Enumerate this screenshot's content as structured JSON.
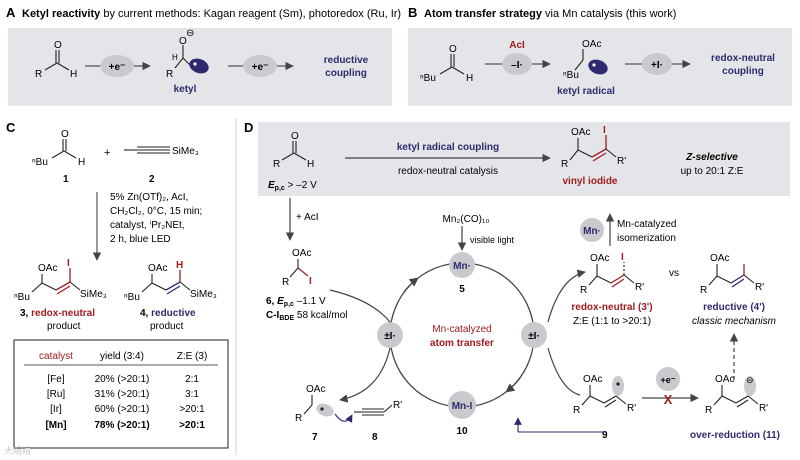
{
  "colors": {
    "red": "#a01c20",
    "blue": "#2e2a6e",
    "grey_box": "#e3e5e8",
    "circle": "#c8cacd",
    "arrow": "#555555"
  },
  "panelA": {
    "letter": "A",
    "title_bold": "Ketyl reactivity",
    "title_rest": " by current methods: Kagan reagent (Sm), photoredox (Ru, Ir)",
    "aldehyde_r": "R",
    "aldehyde_h": "H",
    "aldehyde_o": "O",
    "ketyl_o": "O",
    "ketyl_r": "R",
    "ketyl_h": "H",
    "minus": "⊖",
    "step1": "+e⁻",
    "step2": "+e⁻",
    "ketyl_label": "ketyl",
    "product_1": "reductive",
    "product_2": "coupling"
  },
  "panelB": {
    "letter": "B",
    "title_bold": "Atom transfer strategy",
    "title_rest": " via Mn catalysis (this work)",
    "aldehyde_r": "ⁿBu",
    "aldehyde_h": "H",
    "aldehyde_o": "O",
    "reagent": "AcI",
    "step1": "–I·",
    "step2": "+I·",
    "oac": "OAc",
    "ketyl_r": "ⁿBu",
    "ketyl_label": "ketyl radical",
    "product_1": "redox-neutral",
    "product_2": "coupling"
  },
  "panelC": {
    "letter": "C",
    "aldehyde_r": "ⁿBu",
    "aldehyde_h": "H",
    "aldehyde_o": "O",
    "plus": "+",
    "alkyne": "SiMe₃",
    "num1": "1",
    "num2": "2",
    "cond1": "5% Zn(OTf)₂, AcI,",
    "cond2": "CH₂Cl₂, 0°C, 15 min;",
    "cond3": "catalyst, ⁱPr₂NEt,",
    "cond4": "2 h, blue LED",
    "p3_oac": "OAc",
    "p3_i": "I",
    "p3_r": "ⁿBu",
    "p3_tms": "SiMe₃",
    "p4_oac": "OAc",
    "p4_h": "H",
    "p4_r": "ⁿBu",
    "p4_tms": "SiMe₃",
    "p3_label_num": "3, ",
    "p3_label_kind": "redox-neutral",
    "p3_label_2": "product",
    "p4_label_num": "4, ",
    "p4_label_kind": "reductive",
    "p4_label_2": "product",
    "table": {
      "headers": [
        "catalyst",
        "yield (3:4)",
        "Z:E (3)"
      ],
      "rows": [
        [
          "[Fe]",
          "20% (>20:1)",
          "2:1"
        ],
        [
          "[Ru]",
          "31% (>20:1)",
          "3:1"
        ],
        [
          "[Ir]",
          "60% (>20:1)",
          ">20:1"
        ],
        [
          "[Mn]",
          "78% (>20:1)",
          ">20:1"
        ]
      ]
    }
  },
  "panelD": {
    "letter": "D",
    "box_title": "ketyl radical coupling",
    "box_sub": "redox-neutral catalysis",
    "ep": "E",
    "ep_sub": "p,c",
    "ep_val": " > –2 V",
    "ald_r": "R",
    "ald_h": "H",
    "ald_o": "O",
    "vinyl_oac": "OAc",
    "vinyl_i": "I",
    "vinyl_r": "R",
    "vinyl_r2": "R'",
    "vinyl_label": "vinyl iodide",
    "zsel": "Z-selective",
    "zsel_ratio": "up to 20:1 Z:E",
    "plus_aci": "+ AcI",
    "mn2co": "Mn₂(CO)₁₀",
    "visible": "visible light",
    "mn_top": "Mn·",
    "num5": "5",
    "cycle_1": "Mn-catalyzed",
    "cycle_2": "atom transfer",
    "pmI_left": "±I·",
    "pmI_right": "±I·",
    "mnI": "Mn-I",
    "num10": "10",
    "c6_oac": "OAc",
    "c6_r": "R",
    "c6_i": "I",
    "c6_l1": "6, ",
    "c6_ep": "E",
    "c6_ep_sub": "p,c",
    "c6_ep_val": " –1.1 V",
    "c6_l2": "C-I",
    "c6_l2_sub": "BDE",
    "c6_l2_val": " 58 kcal/mol",
    "c7_oac": "OAc",
    "c7_r": "R",
    "num7": "7",
    "c8_r": "R'",
    "num8": "8",
    "mn_iso": "Mn·",
    "iso_1": "Mn-catalyzed",
    "iso_2": "isomerization",
    "p3p_oac": "OAc",
    "p3p_i": "I",
    "p3p_r": "R",
    "p3p_r2": "R'",
    "vs": "vs",
    "p4p_oac": "OAc",
    "p4p_r": "R",
    "p4p_r2": "R'",
    "p3p_lab": "redox-neutral (3')",
    "p3p_ze": "Z:E (1:1 to >20:1)",
    "p4p_lab": "reductive (4')",
    "p4p_sub": "classic mechanism",
    "c9_oac": "OAc",
    "c9_r": "R",
    "c9_r2": "R'",
    "num9": "9",
    "plus_e": "+e⁻",
    "cross": "X",
    "c11_oac": "OAc",
    "c11_r": "R",
    "c11_r2": "R'",
    "minus": "⊖",
    "c11_lab": "over-reduction (11)"
  },
  "watermark": "大眼睛"
}
